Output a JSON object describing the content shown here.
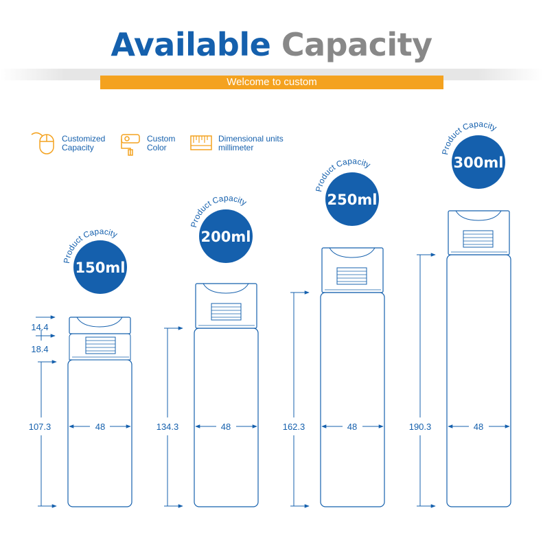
{
  "header": {
    "title_part1": "Available",
    "title_part2": "Capacity",
    "subtitle": "Welcome to custom"
  },
  "legend": [
    {
      "icon": "mouse-icon",
      "line1": "Customized",
      "line2": "Capacity"
    },
    {
      "icon": "paint-roller-icon",
      "line1": "Custom",
      "line2": "Color"
    },
    {
      "icon": "ruler-icon",
      "line1": "Dimensional units",
      "line2": "millimeter"
    }
  ],
  "colors": {
    "brand_blue": "#1560ad",
    "accent_orange": "#f4a21f",
    "title_grey": "#888888"
  },
  "bottles": [
    {
      "capacity": "150ml",
      "capacity_label": "Product Capacity",
      "height": "107.3",
      "width": "48"
    },
    {
      "capacity": "200ml",
      "capacity_label": "Product Capacity",
      "height": "134.3",
      "width": "48"
    },
    {
      "capacity": "250ml",
      "capacity_label": "Product Capacity",
      "height": "162.3",
      "width": "48"
    },
    {
      "capacity": "300ml",
      "capacity_label": "Product Capacity",
      "height": "190.3",
      "width": "48"
    }
  ],
  "cap_dims": {
    "cap_height": "14.4",
    "neck_height": "18.4"
  }
}
